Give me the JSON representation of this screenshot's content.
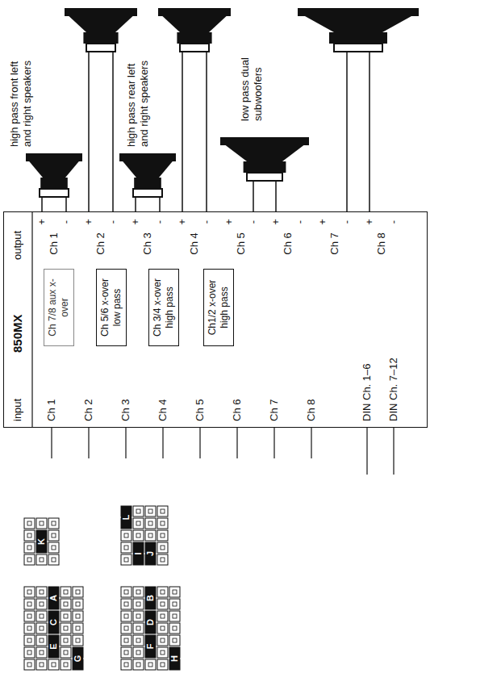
{
  "diagram": {
    "nodes": [
      {
        "text": [
          "850MX"
        ]
      },
      {
        "text": [
          "Ch 7/8 aux x-over"
        ],
        "in": 0
      },
      {
        "text": [
          "Ch 5/6 x-over low pass"
        ],
        "in": 0
      },
      {
        "text": [
          "Ch 3/4 x-over high pass"
        ],
        "in": 0
      },
      {
        "text": [
          "Ch1/2 x-over high pass"
        ],
        "in": 0
      }
    ],
    "labels": [
      "output",
      "input",
      "Ch 1",
      "Ch 2",
      "Ch 3",
      "Ch 4",
      "Ch 5",
      "Ch 6",
      "Ch 7",
      "Ch 8",
      "Ch 1",
      "Ch 2",
      "Ch 3",
      "Ch 4",
      "Ch 5",
      "Ch 6",
      "Ch 7",
      "Ch 8",
      "+",
      "-",
      "+",
      "-",
      "+",
      "-",
      "+",
      "-",
      "+",
      "-",
      "+",
      "-",
      "+",
      "-",
      "+",
      "-",
      "DIN Ch. 1–6",
      "DIN Ch. 7–12",
      "high pass front left and right speakers",
      "high pass rear left and right speakers",
      "low pass dual subwoofers",
      "K",
      "L",
      "I",
      "J",
      "A",
      "B",
      "C",
      "D",
      "E",
      "F",
      "G",
      "H"
    ]
  }
}
